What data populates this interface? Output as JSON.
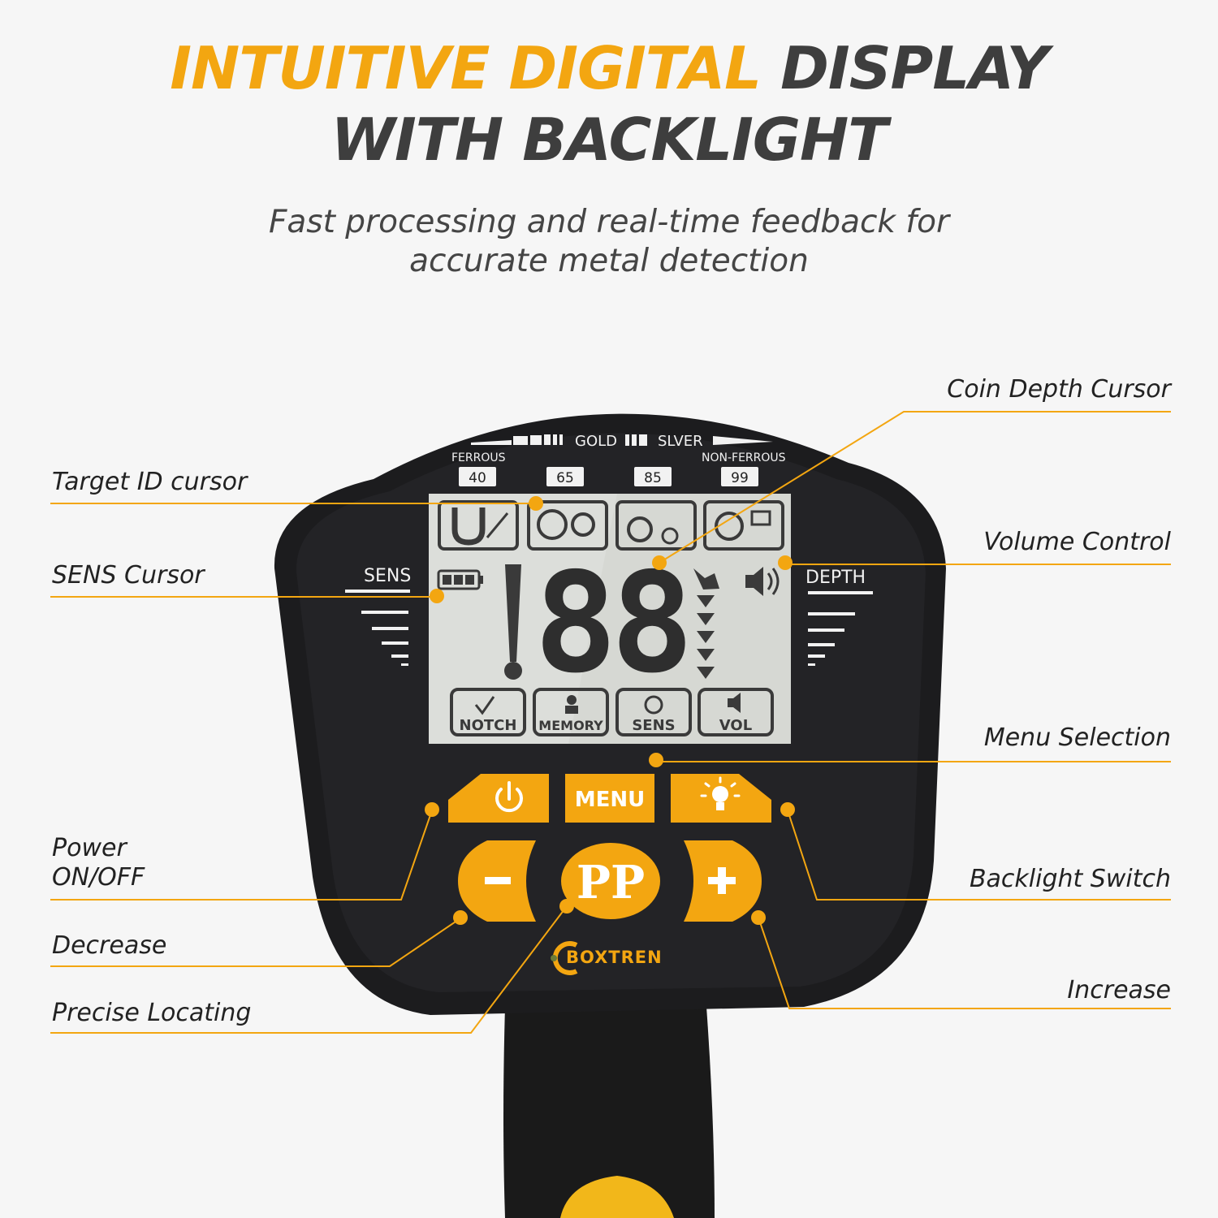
{
  "headline": {
    "line1_accent": "INTUITIVE DIGITAL",
    "line1_rest": "DISPLAY",
    "line2": "WITH BACKLIGHT"
  },
  "subhead": {
    "line1": "Fast processing and real-time feedback for",
    "line2": "accurate metal detection"
  },
  "callouts": {
    "coin_depth_cursor": "Coin Depth Cursor",
    "target_id_cursor": "Target ID cursor",
    "volume_control": "Volume Control",
    "sens_cursor": "SENS Cursor",
    "menu_selection": "Menu Selection",
    "power_line1": "Power",
    "power_line2": "ON/OFF",
    "backlight_switch": "Backlight Switch",
    "decrease": "Decrease",
    "increase": "Increase",
    "precise_locating": "Precise Locating"
  },
  "scale": {
    "gold": "GOLD",
    "silver": "SLVER",
    "ferrous": "FERROUS",
    "non_ferrous": "NON-FERROUS",
    "ids": [
      "40",
      "65",
      "85",
      "99"
    ]
  },
  "side_labels": {
    "sens": "SENS",
    "depth": "DEPTH"
  },
  "lcd": {
    "digits": "88",
    "modes": [
      "NOTCH",
      "MEMORY",
      "SENS",
      "VOL"
    ]
  },
  "buttons": {
    "menu": "MENU",
    "pinpoint": "PP",
    "minus": "−",
    "plus": "+"
  },
  "brand": "BOXTREN",
  "colors": {
    "accent": "#f3a611",
    "body": "#1c1c1e",
    "lcd": "#d6d8d3",
    "text_dark": "#3e3e3e"
  }
}
